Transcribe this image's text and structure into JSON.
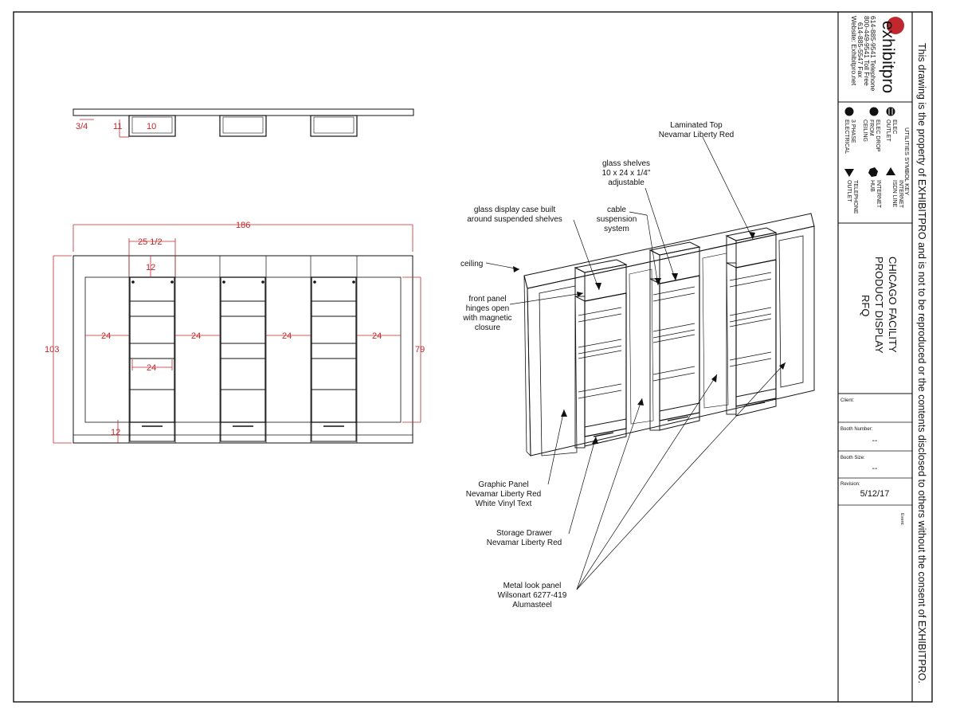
{
  "disclaimer": "This drawing is the property of EXHIBITPRO and is not to be reproduced or the contents disclosed to others without the consent of EXHIBITPRO.",
  "company": {
    "logo_text": "exhibitpro",
    "phone": "614-885-9541 Telephone",
    "toll_free": "800-449-9541 Toll Free",
    "fax": "614-885-5547 Fax",
    "website": "Website: Exhibitpro.net"
  },
  "utilities": {
    "title": "UTILITIES SYMBOL KEY",
    "items": [
      {
        "icon": "elec-outlet-icon",
        "label_1": "ELEC",
        "label_2": "OUTLET",
        "label_3": ""
      },
      {
        "icon": "internet-icon",
        "label_1": "INTERNET",
        "label_2": "ISDN LINE",
        "label_3": ""
      },
      {
        "icon": "elec-drop-icon",
        "label_1": "ELEC DROP",
        "label_2": "FROM",
        "label_3": "CEILING"
      },
      {
        "icon": "internet-hub-icon",
        "label_1": "INTERNET",
        "label_2": "HUB",
        "label_3": ""
      },
      {
        "icon": "three-phase-icon",
        "label_1": "3 PHASE",
        "label_2": "ELECTRICAL",
        "label_3": ""
      },
      {
        "icon": "telephone-outlet-icon",
        "label_1": "TELEPHONE",
        "label_2": "OUTLET",
        "label_3": ""
      }
    ]
  },
  "project": {
    "line1": "CHICAGO FACILITY",
    "line2": "PRODUCT DISPLAY",
    "line3": "RFQ"
  },
  "fields": {
    "client_label": "Client:",
    "client_value": "",
    "booth_number_label": "Booth Number:",
    "booth_number_value": "--",
    "booth_size_label": "Booth Size:",
    "booth_size_value": "--",
    "revision_label": "Revision:",
    "revision_value": "5/12/17",
    "event_label": "Event:"
  },
  "top_view_dims": {
    "d1": "3/4",
    "d2": "11",
    "d3": "10"
  },
  "front_view_dims": {
    "overall_width": "186",
    "case_width": "25 1/2",
    "top_gap": "12",
    "gap1": "24",
    "gap2": "24",
    "gap3": "24",
    "gap4": "24",
    "shelf_width": "24",
    "overall_height": "103",
    "panel_height": "79",
    "bottom_gap": "12"
  },
  "callouts": {
    "laminated_top_1": "Laminated Top",
    "laminated_top_2": "Nevamar Liberty Red",
    "glass_shelves_1": "glass shelves",
    "glass_shelves_2": "10 x 24 x 1/4\"",
    "glass_shelves_3": "adjustable",
    "glass_case_1": "glass display case built",
    "glass_case_2": "around suspended shelves",
    "cable_1": "cable",
    "cable_2": "suspension",
    "cable_3": "system",
    "ceiling": "ceiling",
    "front_panel_1": "front panel",
    "front_panel_2": "hinges open",
    "front_panel_3": "with magnetic",
    "front_panel_4": "closure",
    "graphic_1": "Graphic Panel",
    "graphic_2": "Nevamar Liberty Red",
    "graphic_3": "White Vinyl Text",
    "drawer_1": "Storage Drawer",
    "drawer_2": "Nevamar Liberty Red",
    "metal_1": "Metal look panel",
    "metal_2": "Wilsonart 6277-419",
    "metal_3": "Alumasteel"
  }
}
